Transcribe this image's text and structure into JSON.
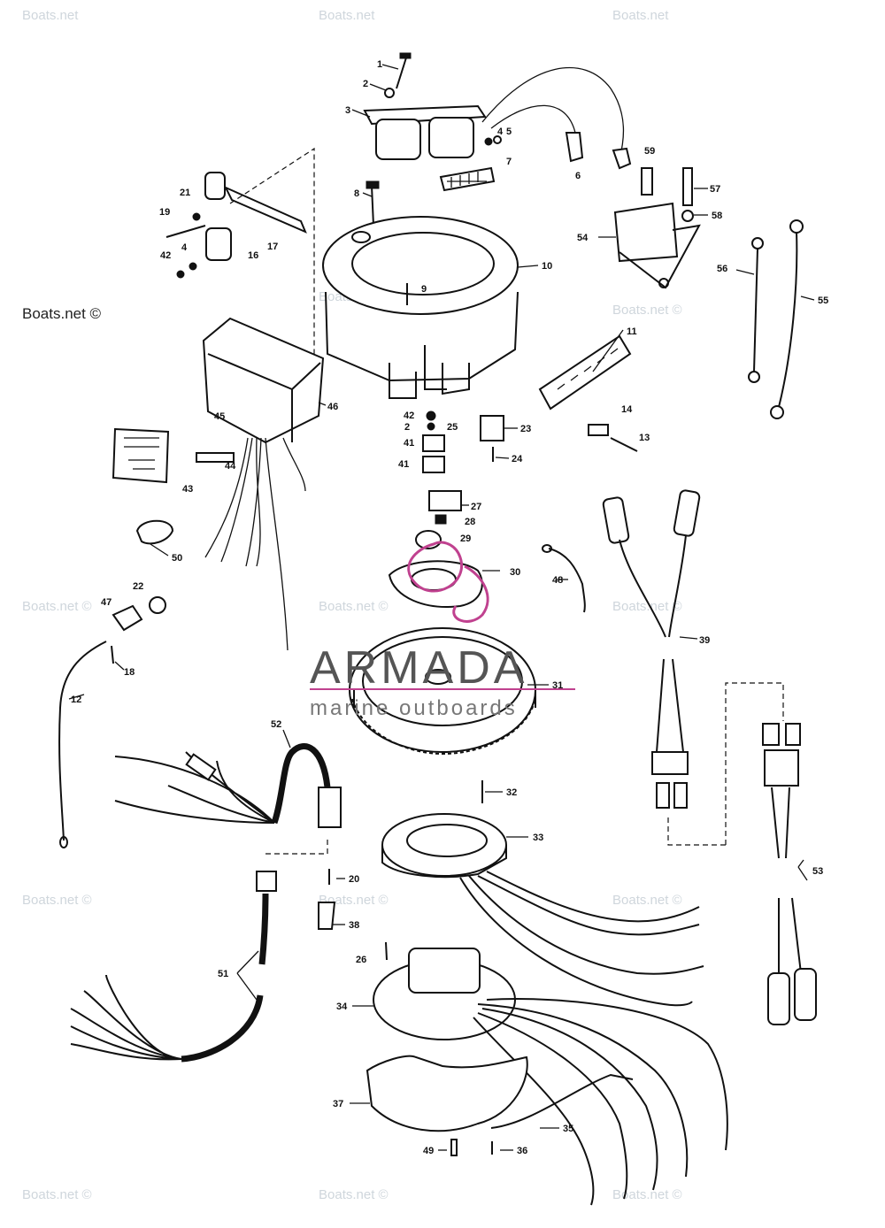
{
  "watermarks": {
    "site": "Boats.net",
    "site_main": "Boats.net ©",
    "copy": "Boats.net ©"
  },
  "brand": {
    "name": "ARMADA",
    "tagline": "marine outboards",
    "accent_color": "#c0418f"
  },
  "part_labels": {
    "p1": "1",
    "p2": "2",
    "p2b": "2",
    "p3": "3",
    "p4": "4",
    "p4b": "4",
    "p5": "5",
    "p6": "6",
    "p7": "7",
    "p8": "8",
    "p9": "9",
    "p10": "10",
    "p11": "11",
    "p12": "12",
    "p13": "13",
    "p14": "14",
    "p16": "16",
    "p17": "17",
    "p18": "18",
    "p19": "19",
    "p20": "20",
    "p21": "21",
    "p22": "22",
    "p23": "23",
    "p24": "24",
    "p25": "25",
    "p26": "26",
    "p27": "27",
    "p28": "28",
    "p29": "29",
    "p30": "30",
    "p31": "31",
    "p32": "32",
    "p33": "33",
    "p34": "34",
    "p35": "35",
    "p36": "36",
    "p37": "37",
    "p38": "38",
    "p39": "39",
    "p41a": "41",
    "p41b": "41",
    "p42a": "42",
    "p42b": "42",
    "p43": "43",
    "p44": "44",
    "p45": "45",
    "p46": "46",
    "p47": "47",
    "p48": "48",
    "p49": "49",
    "p50": "50",
    "p51": "51",
    "p52": "52",
    "p53": "53",
    "p54": "54",
    "p55": "55",
    "p56": "56",
    "p57": "57",
    "p58": "58",
    "p59": "59"
  }
}
